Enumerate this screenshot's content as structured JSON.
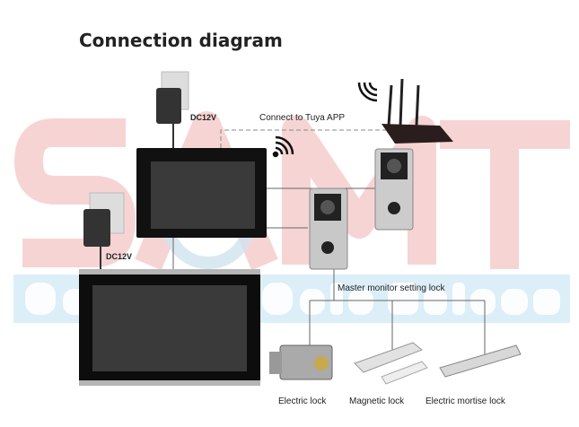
{
  "title": "Connection diagram",
  "labels": {
    "dc1": "DC12V",
    "dc2": "DC12V",
    "tuya": "Connect to Tuya APP",
    "master": "Master monitor setting lock",
    "electric_lock": "Electric lock",
    "magnetic_lock": "Magnetic lock",
    "mortise_lock": "Electric mortise lock"
  },
  "watermark": {
    "logo": "SAMT",
    "text": "Garage & Gate Automation",
    "logo_color": "#f6d2d2",
    "band_color": "#dceef8"
  },
  "icons": [
    "wifi-icon",
    "router-icon",
    "power-adapter-icon",
    "monitor-icon",
    "doorbell-icon",
    "lock-icon"
  ]
}
